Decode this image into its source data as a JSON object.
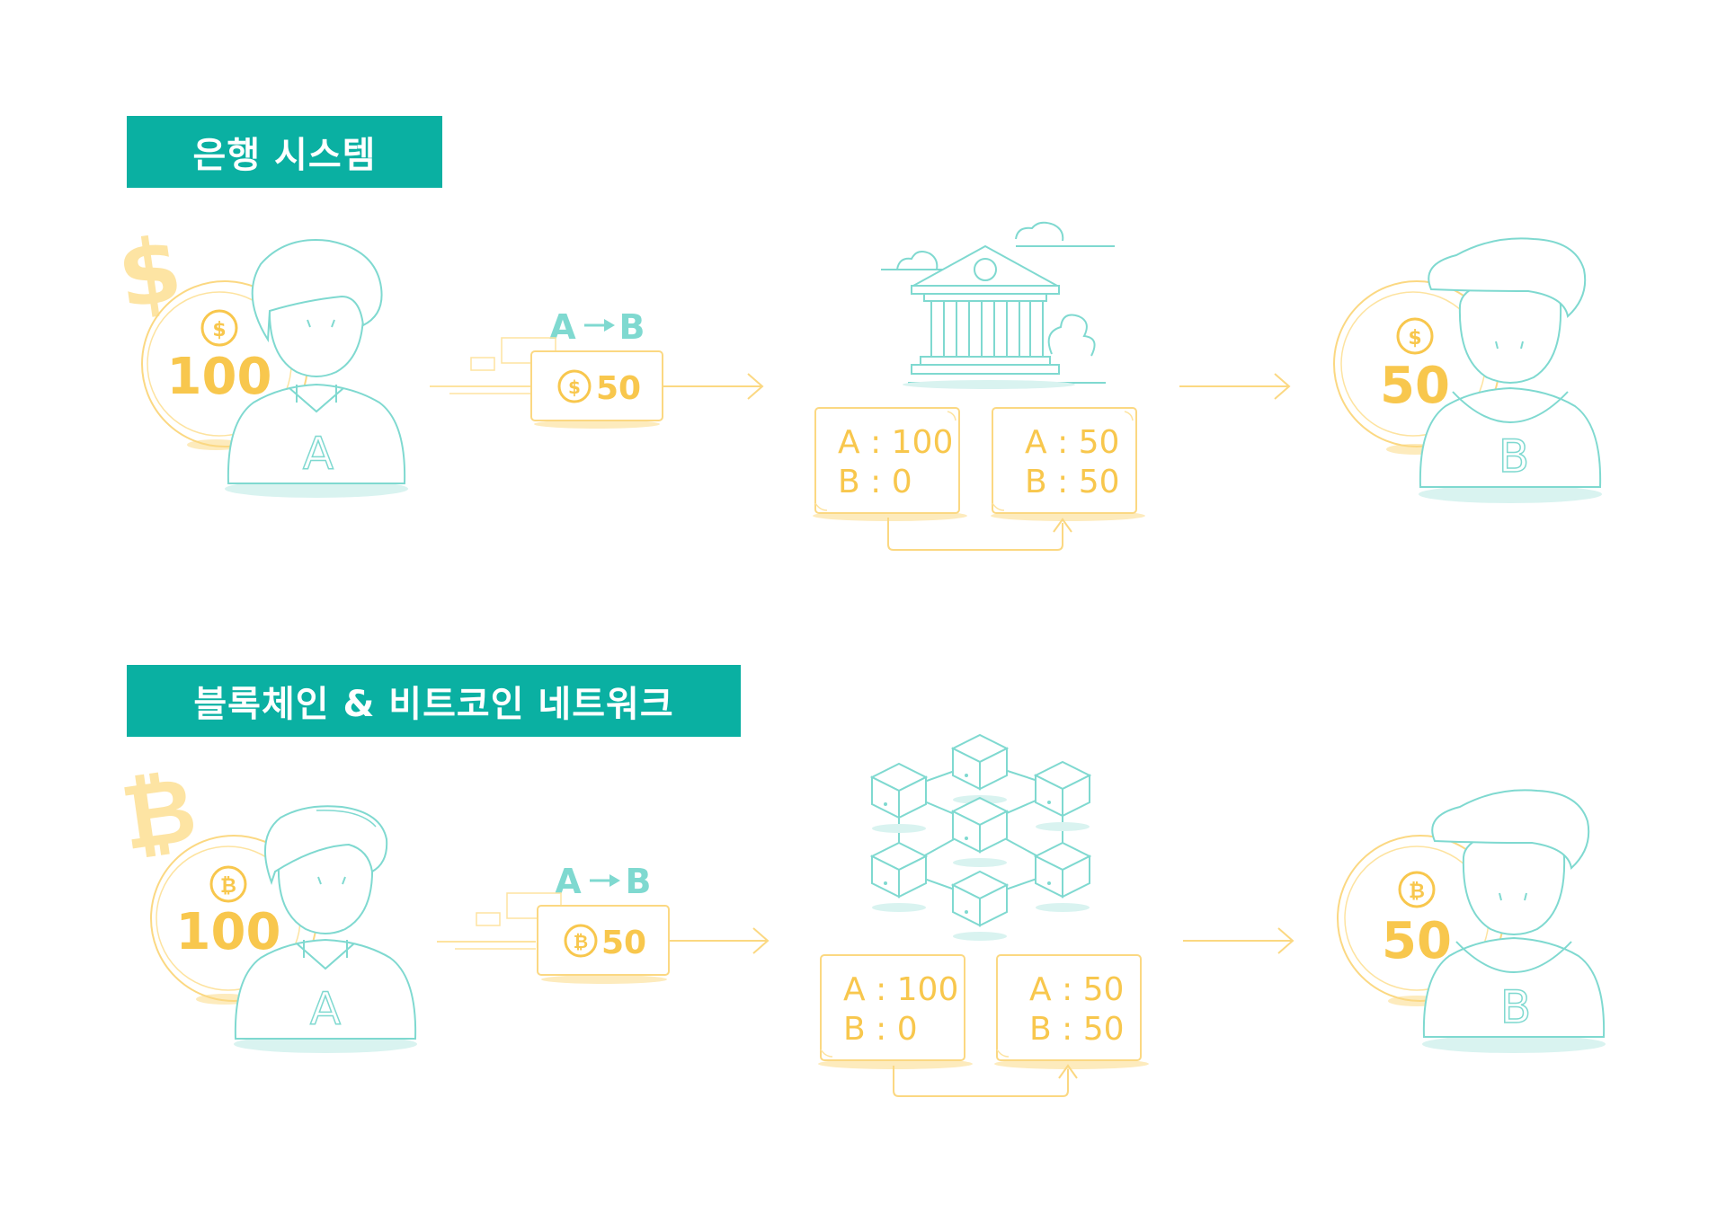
{
  "colors": {
    "teal": "#0ab0a2",
    "teal_line": "#7fd9d0",
    "teal_light": "#d9f3f0",
    "yellow": "#f8c74d",
    "yellow_line": "#fbd882",
    "yellow_light": "#fde9b5"
  },
  "sections": [
    {
      "id": "bank",
      "title": "은행 시스템",
      "currency_symbol": "$",
      "currency_icon": "dollar-icon",
      "hub_icon": "bank-building-icon",
      "sender": {
        "balance": "100",
        "label": "A"
      },
      "transfer": {
        "direction_from": "A",
        "direction_to": "B",
        "amount": "50"
      },
      "ledger_before": {
        "line1": "A : 100",
        "line2": "B : 0"
      },
      "ledger_after": {
        "line1": "A : 50",
        "line2": "B : 50"
      },
      "receiver": {
        "balance": "50",
        "label": "B"
      }
    },
    {
      "id": "blockchain",
      "title": "블록체인 & 비트코인 네트워크",
      "currency_symbol": "₿",
      "currency_icon": "bitcoin-icon",
      "hub_icon": "blockchain-network-icon",
      "sender": {
        "balance": "100",
        "label": "A"
      },
      "transfer": {
        "direction_from": "A",
        "direction_to": "B",
        "amount": "50"
      },
      "ledger_before": {
        "line1": "A : 100",
        "line2": "B : 0"
      },
      "ledger_after": {
        "line1": "A : 50",
        "line2": "B : 50"
      },
      "receiver": {
        "balance": "50",
        "label": "B"
      }
    }
  ]
}
